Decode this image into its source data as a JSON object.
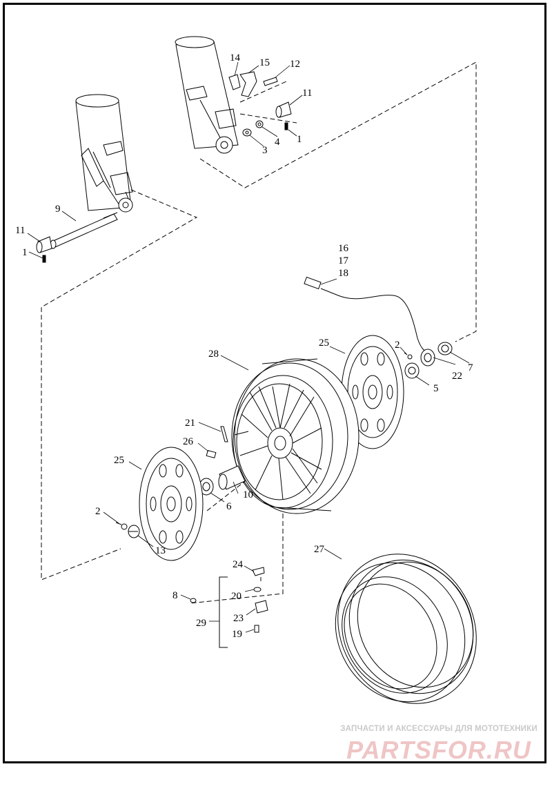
{
  "callouts": {
    "c1a": "1",
    "c1b": "1",
    "c2a": "2",
    "c2b": "2",
    "c3": "3",
    "c4": "4",
    "c5": "5",
    "c6": "6",
    "c7": "7",
    "c8": "8",
    "c9": "9",
    "c10": "10",
    "c11a": "11",
    "c11b": "11",
    "c12": "12",
    "c13": "13",
    "c14": "14",
    "c15": "15",
    "c16": "16",
    "c17": "17",
    "c18": "18",
    "c19": "19",
    "c20": "20",
    "c21": "21",
    "c22": "22",
    "c23": "23",
    "c24": "24",
    "c25a": "25",
    "c25b": "25",
    "c26": "26",
    "c27": "27",
    "c28": "28",
    "c29": "29"
  },
  "watermark": {
    "caption": "ЗАПЧАСТИ И АКСЕССУАРЫ ДЛЯ МОТОТЕХНИКИ",
    "logo": "PARTSFOR.RU"
  }
}
